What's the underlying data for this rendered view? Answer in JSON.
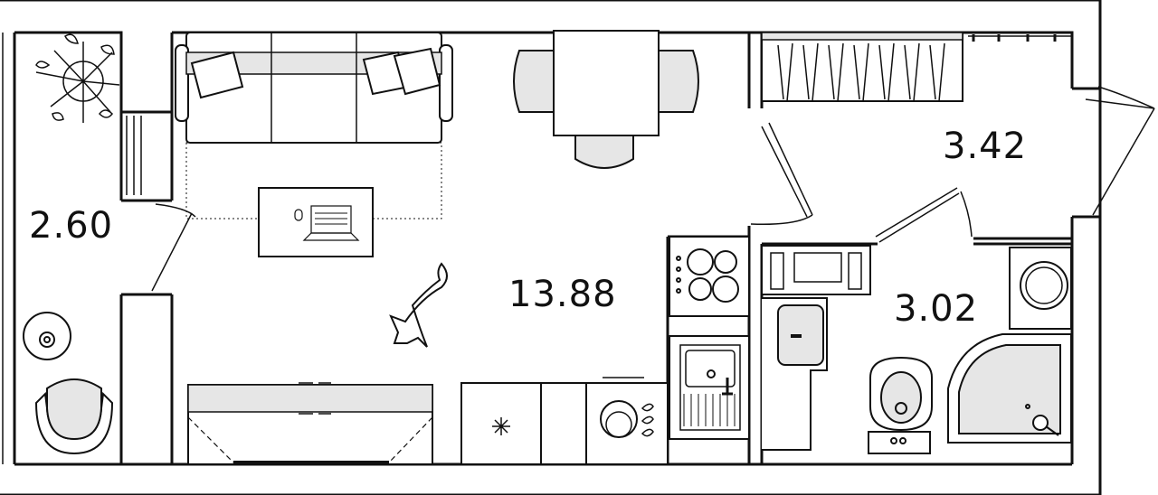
{
  "floorplan": {
    "rooms": [
      {
        "id": "balcony",
        "area": "2.60"
      },
      {
        "id": "main-room",
        "area": "13.88"
      },
      {
        "id": "storage",
        "area": "3.42"
      },
      {
        "id": "bathroom",
        "area": "3.02"
      }
    ],
    "colors": {
      "wall": "#111111",
      "furniture_fill": "#e6e6e6",
      "background": "#ffffff"
    },
    "icons": [
      "plant-icon",
      "sofa-icon",
      "dining-table-icon",
      "tv-icon",
      "cat-icon",
      "stove-icon",
      "sink-icon",
      "washing-machine-icon",
      "toilet-icon",
      "shower-icon",
      "wardrobe-icon",
      "bed-icon",
      "armchair-icon"
    ]
  }
}
